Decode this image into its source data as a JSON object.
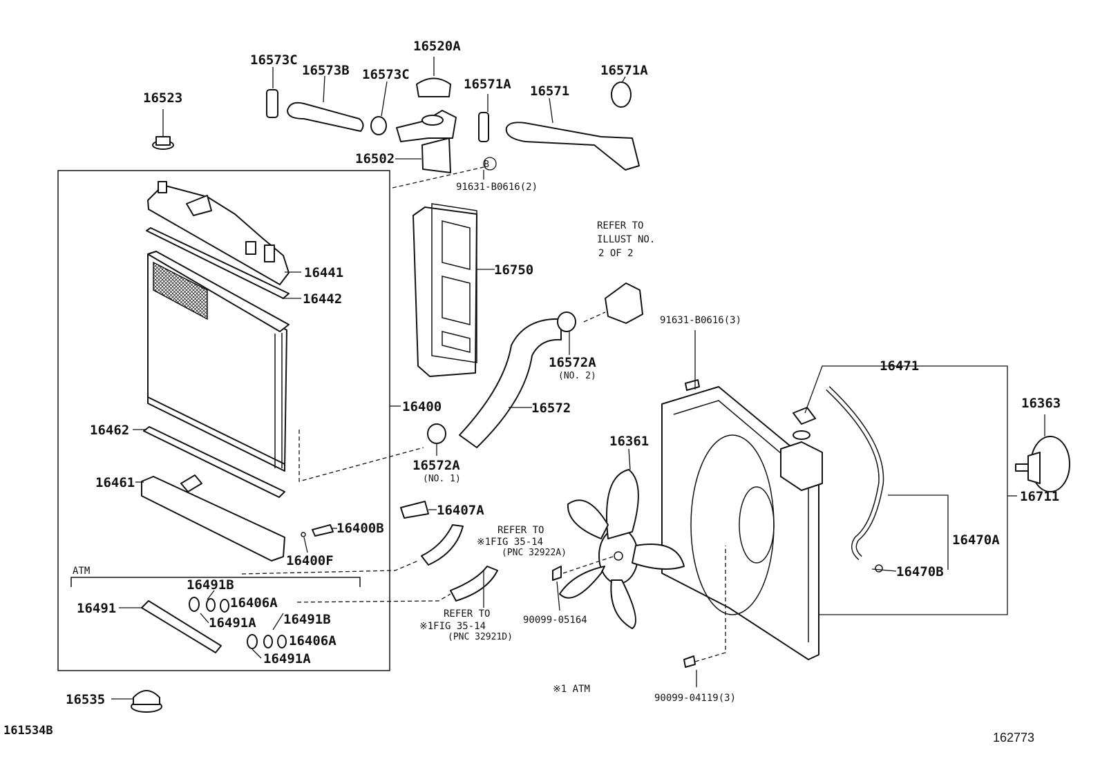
{
  "parts": {
    "p16523": "16523",
    "p16573C_a": "16573C",
    "p16573B": "16573B",
    "p16573C_b": "16573C",
    "p16520A": "16520A",
    "p16571A_a": "16571A",
    "p16571": "16571",
    "p16571A_b": "16571A",
    "p16502": "16502",
    "p16441": "16441",
    "p16442": "16442",
    "p16750": "16750",
    "p16400": "16400",
    "p16462": "16462",
    "p16461": "16461",
    "p16572A_2": "16572A",
    "p16572": "16572",
    "p16572A_1": "16572A",
    "p16407A": "16407A",
    "p16400B": "16400B",
    "p16400F": "16400F",
    "p16491B_a": "16491B",
    "p16406A_a": "16406A",
    "p16491": "16491",
    "p16491A_a": "16491A",
    "p16491B_b": "16491B",
    "p16406A_b": "16406A",
    "p16491A_b": "16491A",
    "p16535": "16535",
    "p16361": "16361",
    "p16471": "16471",
    "p16363": "16363",
    "p16711": "16711",
    "p16470A": "16470A",
    "p16470B": "16470B",
    "bolt_b_qty2": "91631-B0616(2)",
    "bolt_qty3": "91631-B0616(3)",
    "nut_90099_05164": "90099-05164",
    "bolt_90099_04119": "90099-04119(3)"
  },
  "notes": {
    "no2": "(NO. 2)",
    "no1": "(NO. 1)",
    "refer_line1": "REFER TO",
    "refer_line2": "ILLUST NO.",
    "refer_line3": "2 OF 2",
    "refer_fig_a_1": "REFER TO",
    "refer_fig_a_2": "※1FIG 35-14",
    "refer_fig_a_3": "(PNC 32922A)",
    "refer_fig_b_1": "REFER TO",
    "refer_fig_b_2": "※1FIG 35-14",
    "refer_fig_b_3": "(PNC 32921D)",
    "atm_bracket": "ATM",
    "footnote": "※1 ATM",
    "callout_b": "B"
  },
  "footer": {
    "left_code": "161534B",
    "right_code": "162773"
  }
}
